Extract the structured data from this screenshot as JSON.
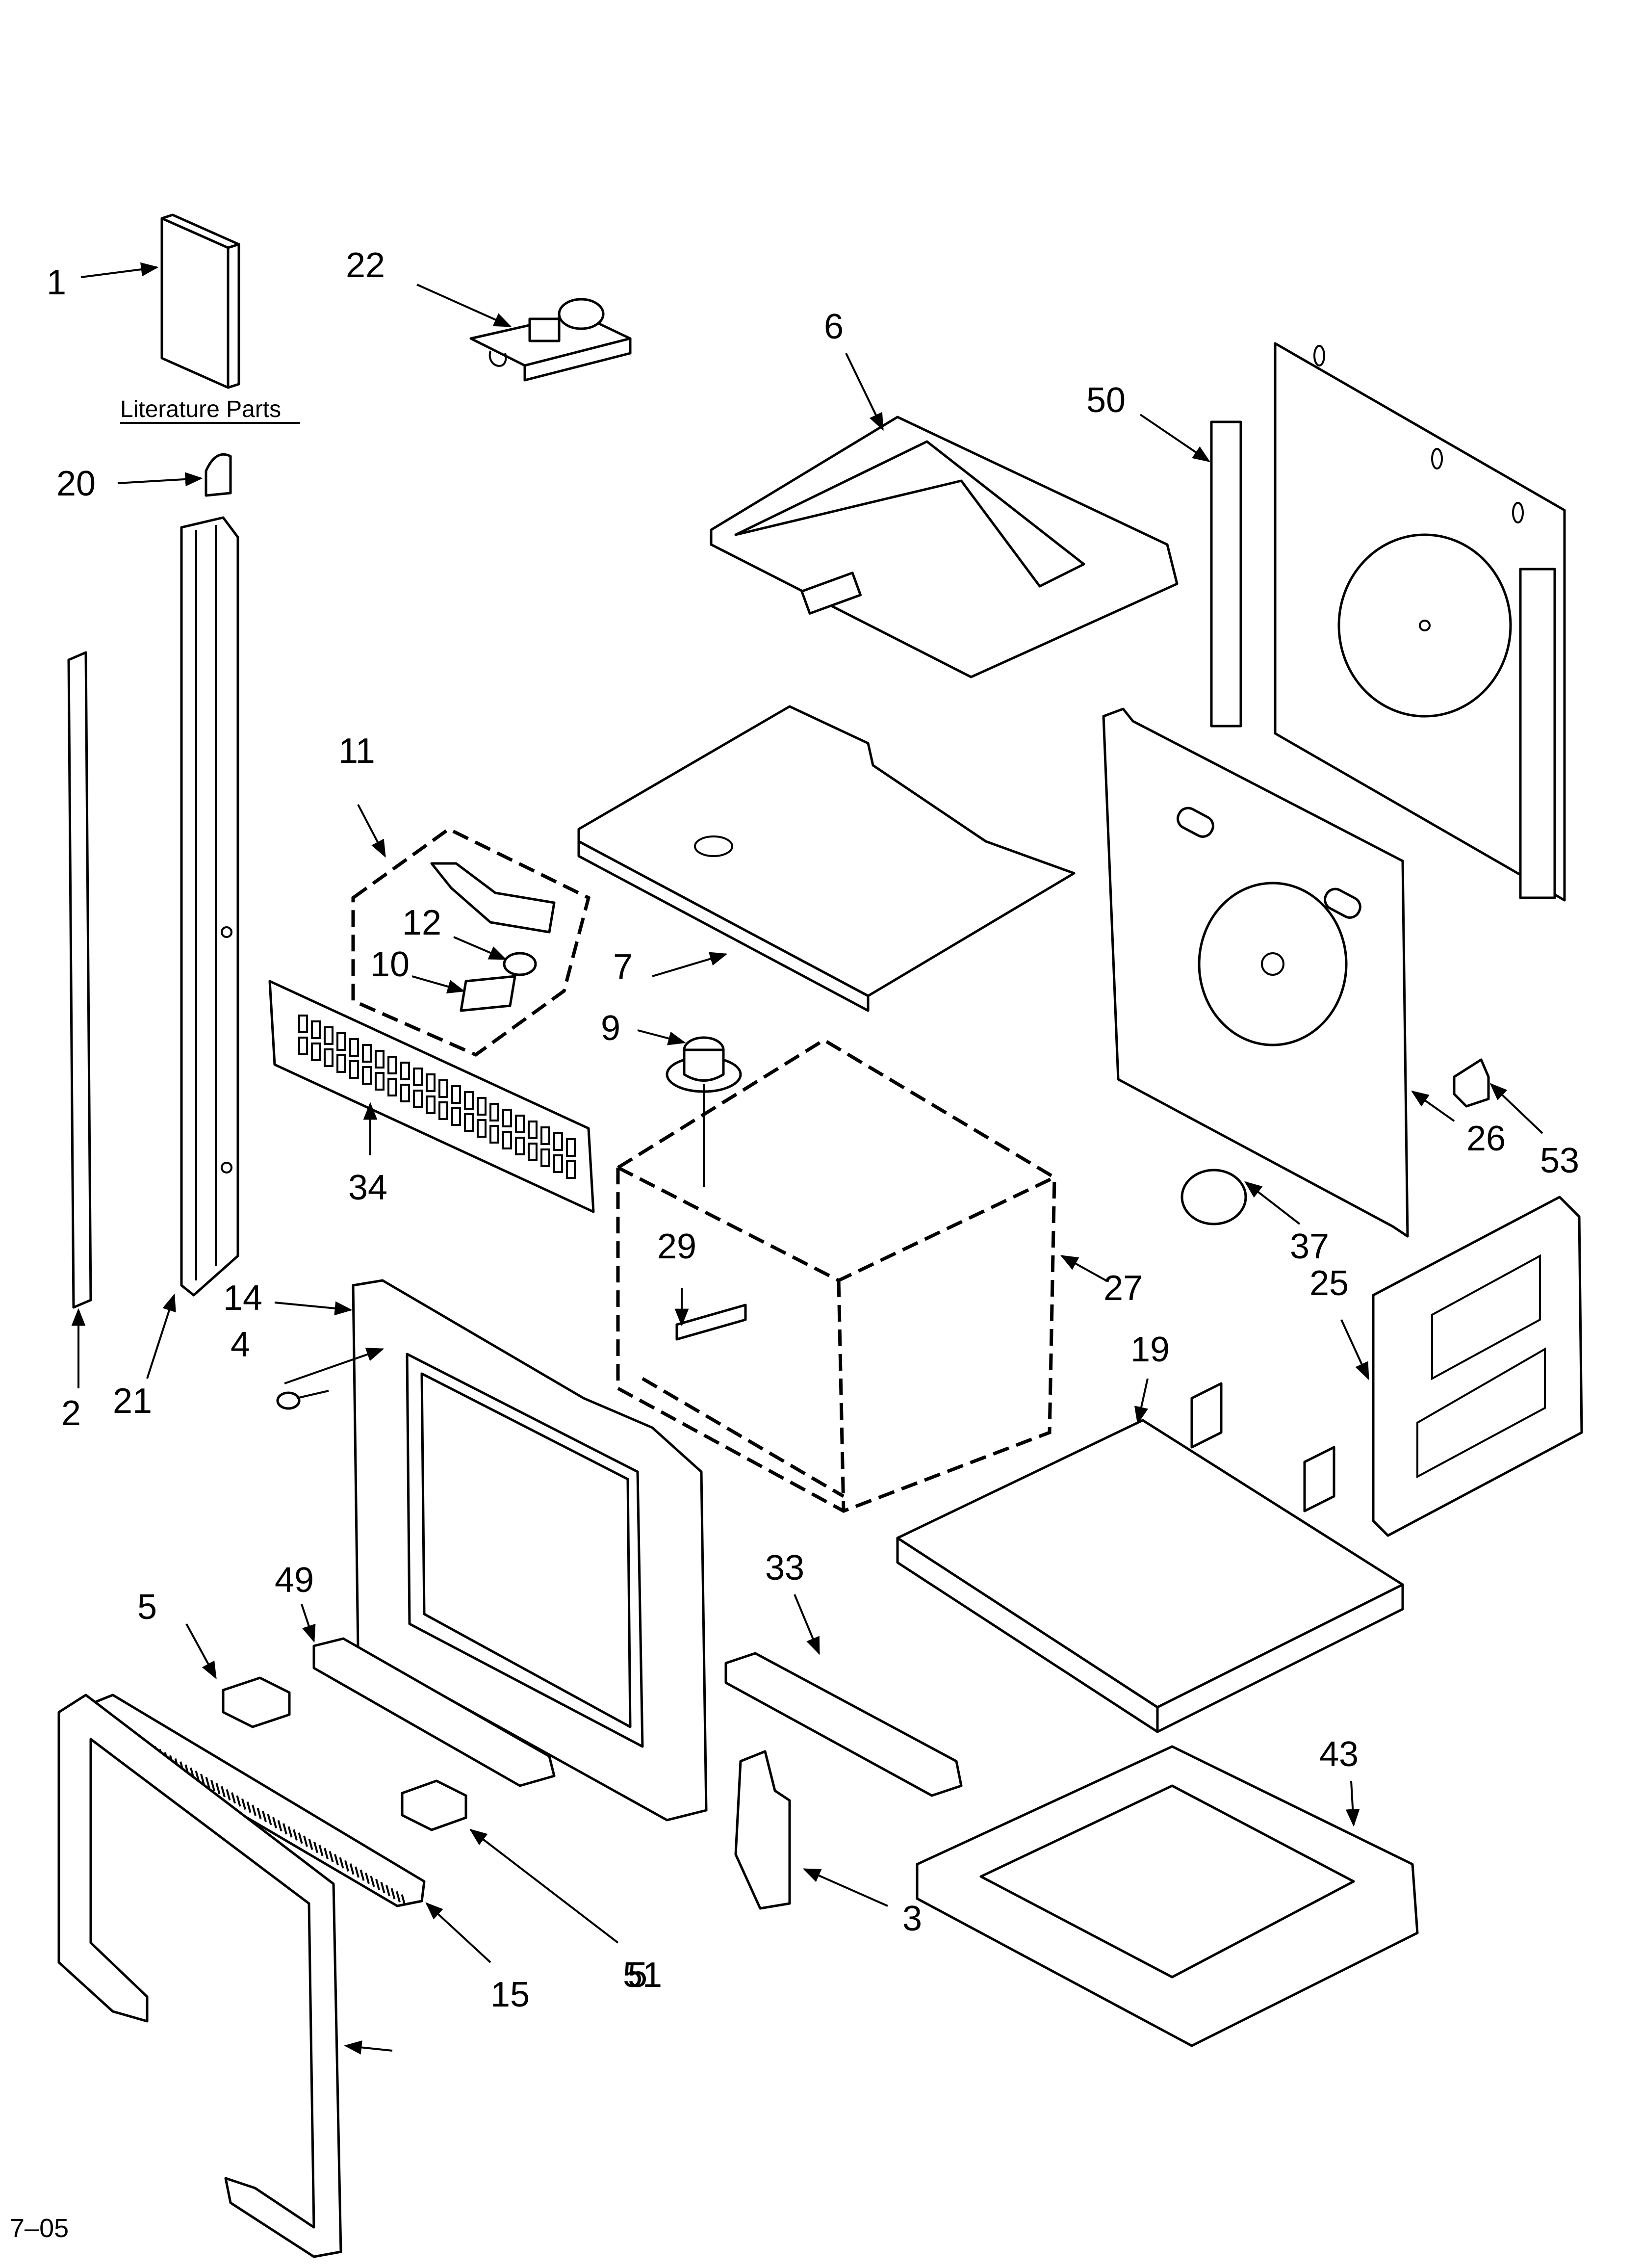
{
  "callouts": [
    "1",
    "22",
    "6",
    "50",
    "20",
    "2",
    "21",
    "11",
    "12",
    "10",
    "7",
    "9",
    "34",
    "53",
    "26",
    "37",
    "14",
    "4",
    "29",
    "27",
    "25",
    "19",
    "5",
    "49",
    "33",
    "43",
    "3",
    "51",
    "15"
  ],
  "literature_caption": "Literature Parts",
  "footer_code": "7–05"
}
